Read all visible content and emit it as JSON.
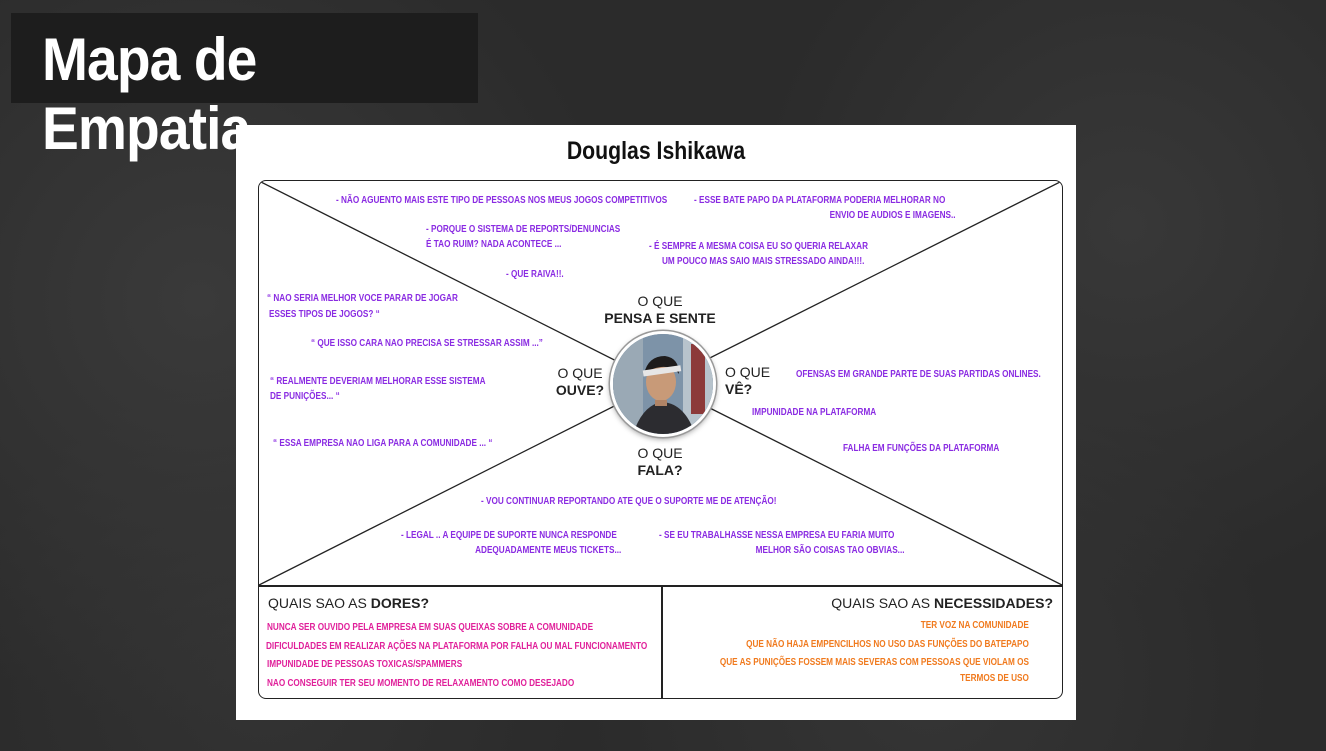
{
  "header": {
    "title": "Mapa de Empatia"
  },
  "persona": {
    "name": "Douglas Ishikawa"
  },
  "quadrants": {
    "thinks": {
      "q": "O QUE",
      "label": "PENSA E SENTE"
    },
    "hears": {
      "q": "O QUE",
      "label": "OUVE?"
    },
    "sees": {
      "q": "O QUE",
      "label": "VÊ?"
    },
    "says": {
      "q": "O QUE",
      "label": "FALA?"
    }
  },
  "thinks_notes": [
    "-  NÃO AGUENTO MAIS ESTE TIPO DE PESSOAS NOS MEUS JOGOS COMPETITIVOS",
    "-  ESSE BATE PAPO DA PLATAFORMA PODERIA MELHORAR  NO",
    "ENVIO DE AUDIOS E IMAGENS..",
    "-  PORQUE O SISTEMA DE REPORTS/DENUNCIAS",
    "É TAO RUIM? NADA ACONTECE ...",
    "-  É SEMPRE A MESMA COISA EU SO QUERIA RELAXAR",
    "UM POUCO MAS SAIO MAIS STRESSADO AINDA!!!.",
    "-  QUE RAIVA!!."
  ],
  "hears_notes": [
    "“ NAO SERIA MELHOR VOCE PARAR DE JOGAR",
    "ESSES TIPOS DE JOGOS? “",
    "“ QUE ISSO CARA NAO PRECISA SE STRESSAR ASSIM ...”",
    "“ REALMENTE DEVERIAM MELHORAR ESSE SISTEMA",
    "DE PUNIÇÕES... “",
    "“ ESSA EMPRESA NAO LIGA PARA A COMUNIDADE ... “"
  ],
  "sees_notes": [
    "OFENSAS EM GRANDE PARTE DE SUAS PARTIDAS ONLINES.",
    "IMPUNIDADE NA PLATAFORMA",
    "FALHA EM FUNÇÕES DA PLATAFORMA"
  ],
  "says_notes": [
    "- VOU CONTINUAR REPORTANDO ATE QUE O SUPORTE ME DE ATENÇÃO!",
    "-  LEGAL .. A EQUIPE DE SUPORTE NUNCA RESPONDE",
    "ADEQUADAMENTE MEUS TICKETS...",
    "-  SE EU TRABALHASSE NESSA EMPRESA EU FARIA MUITO",
    "MELHOR SÃO COISAS TAO OBVIAS..."
  ],
  "pains": {
    "title_pre": "QUAIS SAO AS ",
    "title_bold": "DORES?",
    "items": [
      "NUNCA SER OUVIDO PELA EMPRESA EM SUAS QUEIXAS SOBRE A COMUNIDADE",
      "DIFICULDADES EM REALIZAR AÇÕES NA PLATAFORMA POR FALHA OU MAL FUNCIONAMENTO",
      "IMPUNIDADE DE PESSOAS TOXICAS/SPAMMERS",
      "NAO CONSEGUIR TER SEU MOMENTO DE RELAXAMENTO COMO DESEJADO"
    ]
  },
  "needs": {
    "title_pre": "QUAIS SAO AS ",
    "title_bold": "NECESSIDADES?",
    "items": [
      "TER VOZ NA COMUNIDADE",
      "QUE NÃO HAJA EMPENCILHOS NO USO DAS FUNÇÕES DO BATEPAPO",
      "QUE AS PUNIÇÕES FOSSEM MAIS SEVERAS COM PESSOAS QUE VIOLAM OS",
      "TERMOS DE USO"
    ]
  },
  "colors": {
    "notes": "#8a2be2",
    "pains": "#e0209a",
    "needs": "#f07a1e"
  }
}
